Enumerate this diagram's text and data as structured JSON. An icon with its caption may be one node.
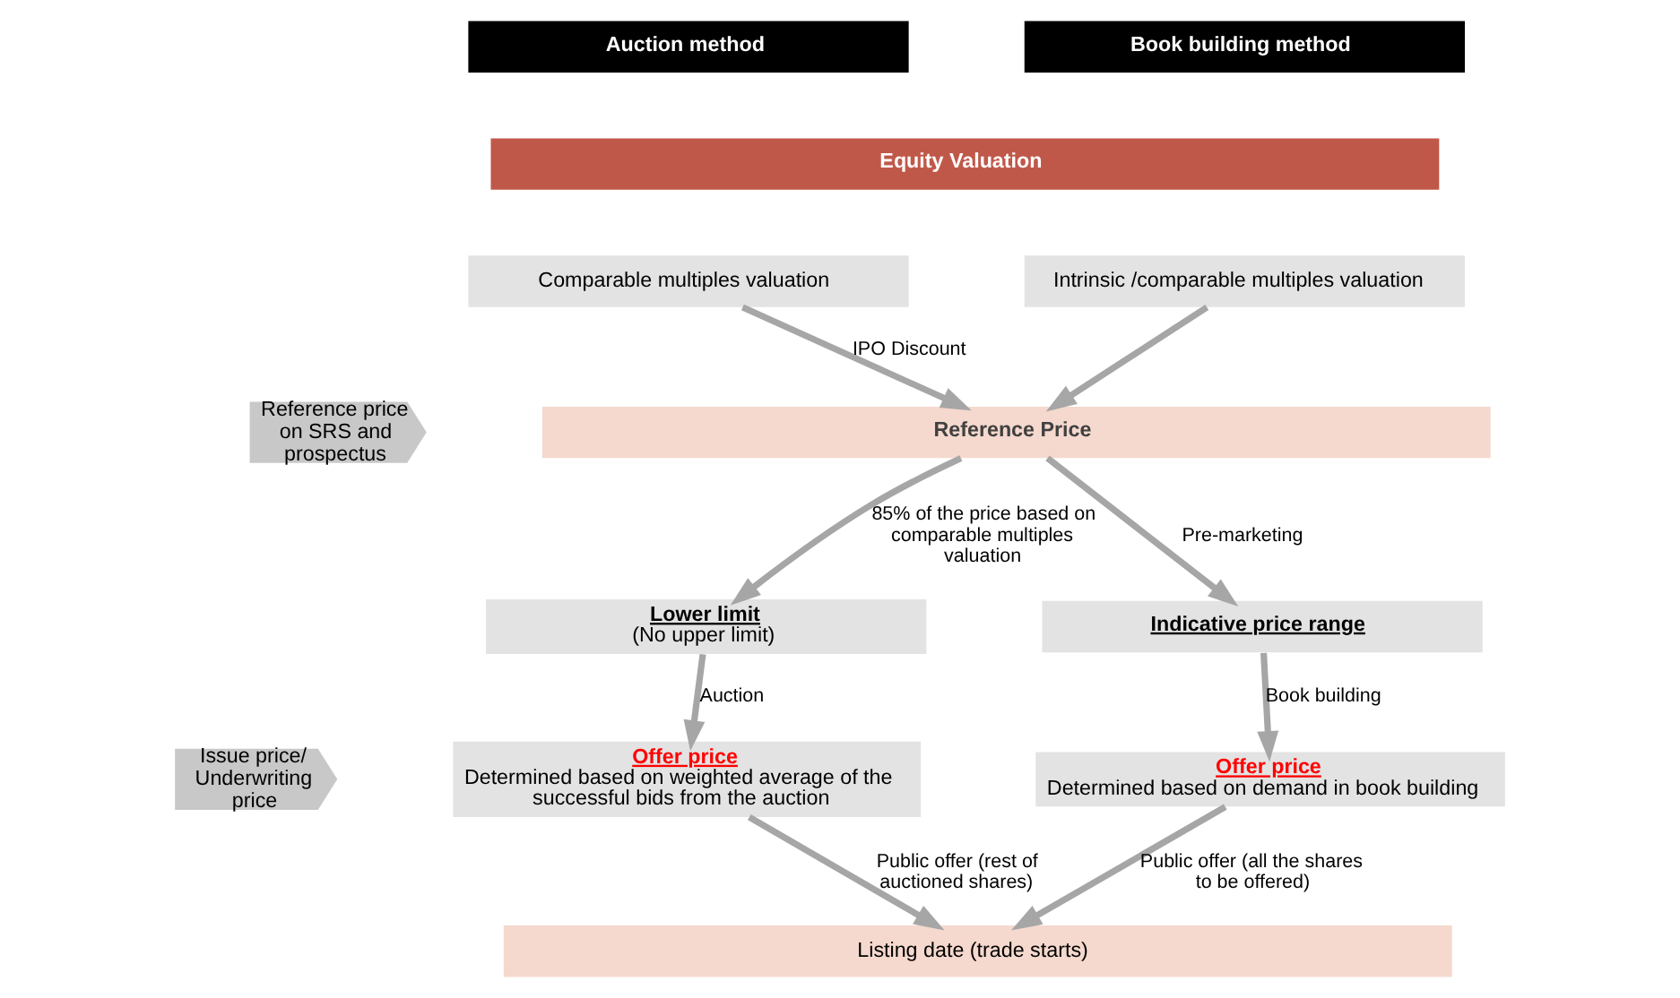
{
  "diagram": {
    "nodes": [
      {
        "text": [
          "Auction method"
        ]
      },
      {
        "text": [
          "Book building method"
        ]
      },
      {
        "text": [
          "Equity Valuation"
        ]
      },
      {
        "text": [
          "Comparable multiples valuation"
        ]
      },
      {
        "text": [
          "Intrinsic /comparable multiples valuation"
        ]
      },
      {
        "text": [
          "Reference price on SRS and prospectus"
        ]
      },
      {
        "text": [
          "Reference Price"
        ]
      },
      {
        "text": [
          "Lower limit",
          "(No upper limit)"
        ]
      },
      {
        "text": [
          "Indicative price range"
        ]
      },
      {
        "text": [
          "Issue price/ Underwriting price"
        ]
      },
      {
        "text": [
          "Offer price",
          "Determined based on weighted average of the successful bids from the auction"
        ]
      },
      {
        "text": [
          "Offer price",
          "Determined based on demand in book building"
        ]
      },
      {
        "text": [
          "Listing date (trade starts)"
        ]
      }
    ],
    "edges": [
      {
        "from": 3,
        "to": 6,
        "arrow": "to",
        "label": "IPO Discount"
      },
      {
        "from": 4,
        "to": 6,
        "arrow": "to"
      },
      {
        "from": 6,
        "to": 7,
        "arrow": "to",
        "label": "85% of the price based on comparable multiples valuation"
      },
      {
        "from": 6,
        "to": 8,
        "arrow": "to",
        "label": "Pre-marketing"
      },
      {
        "from": 7,
        "to": 10,
        "arrow": "to",
        "label": "Auction"
      },
      {
        "from": 8,
        "to": 11,
        "arrow": "to",
        "label": "Book building"
      },
      {
        "from": 10,
        "to": 12,
        "arrow": "to",
        "label": "Public offer (rest of auctioned shares)"
      },
      {
        "from": 11,
        "to": 12,
        "arrow": "to",
        "label": "Public offer (all the shares to be offered)"
      }
    ]
  }
}
